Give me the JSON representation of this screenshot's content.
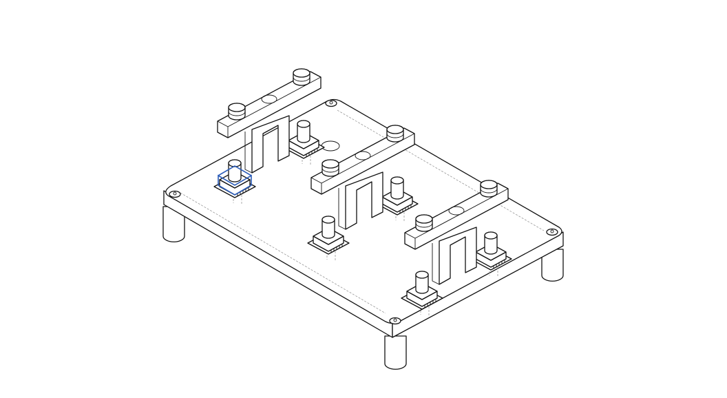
{
  "drawing": {
    "view": "isometric",
    "line_color": "#111111",
    "hidden_line_color": "#888888",
    "highlight_color": "#2b5cb8",
    "clamp_count": 3,
    "leg_count": 4
  }
}
